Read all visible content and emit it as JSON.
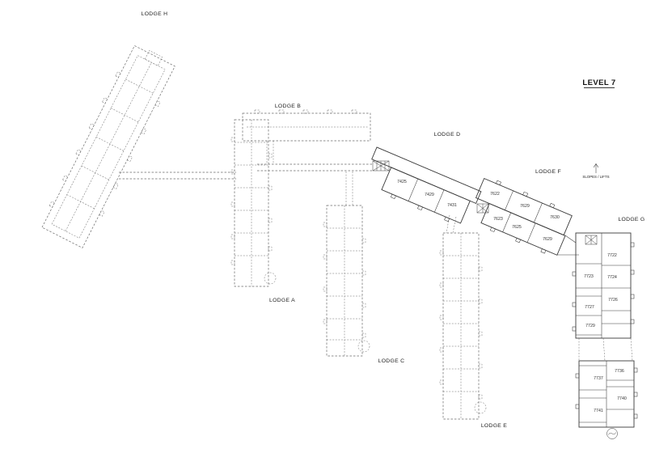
{
  "title": "LEVEL 7",
  "slopes_lifts": "SLOPES / LIFTS",
  "lodges": {
    "h": "LODGE H",
    "b": "LODGE B",
    "d": "LODGE D",
    "f": "LODGE F",
    "g": "LODGE G",
    "a": "LODGE A",
    "c": "LODGE C",
    "e": "LODGE E"
  },
  "rooms": {
    "d": [
      "7425",
      "7429",
      "7431"
    ],
    "f_upper": [
      "7622",
      "7629",
      "7630"
    ],
    "f_lower": [
      "7623",
      "7625",
      "7629"
    ],
    "g_left": [
      "7723",
      "7727",
      "7729",
      "7737",
      "7741"
    ],
    "g_right": [
      "7722",
      "7724",
      "7726",
      "7736",
      "7740"
    ]
  },
  "icons": {
    "lift": "lift-grid-icon",
    "slopes_arrow": "arrow-up-icon",
    "lodge_g_bottom": "circle-symbol-icon"
  },
  "colors": {
    "ink": "#3a3a3a",
    "dash": "#6b6b6b",
    "background": "#ffffff"
  }
}
